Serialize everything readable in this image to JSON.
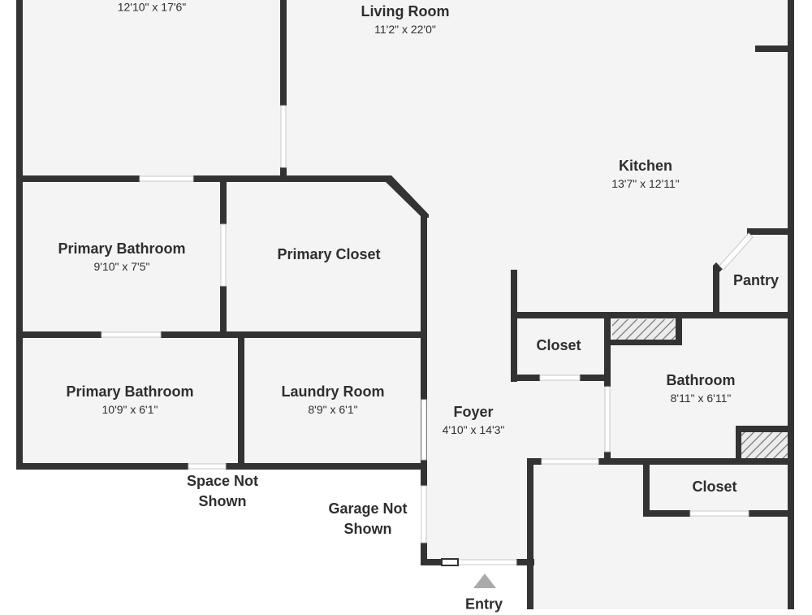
{
  "rooms": {
    "top_left_dim": "12'10\" x 17'6\"",
    "living_room": {
      "name": "Living Room",
      "dim": "11'2\" x 22'0\""
    },
    "kitchen": {
      "name": "Kitchen",
      "dim": "13'7\" x 12'11\""
    },
    "pantry": {
      "name": "Pantry"
    },
    "primary_bathroom_1": {
      "name": "Primary Bathroom",
      "dim": "9'10\" x 7'5\""
    },
    "primary_closet": {
      "name": "Primary Closet"
    },
    "closet_center": {
      "name": "Closet"
    },
    "bathroom": {
      "name": "Bathroom",
      "dim": "8'11\" x 6'11\""
    },
    "primary_bathroom_2": {
      "name": "Primary Bathroom",
      "dim": "10'9\" x 6'1\""
    },
    "laundry_room": {
      "name": "Laundry Room",
      "dim": "8'9\" x 6'1\""
    },
    "foyer": {
      "name": "Foyer",
      "dim": "4'10\" x 14'3\""
    },
    "closet_right": {
      "name": "Closet"
    }
  },
  "notes": {
    "space_not_shown": "Space Not\nShown",
    "garage_not_shown": "Garage Not\nShown",
    "entry": "Entry"
  },
  "colors": {
    "wall": "#333333",
    "floor": "#f4f4f4",
    "opening": "#ffffff",
    "hatch": "#777777"
  }
}
